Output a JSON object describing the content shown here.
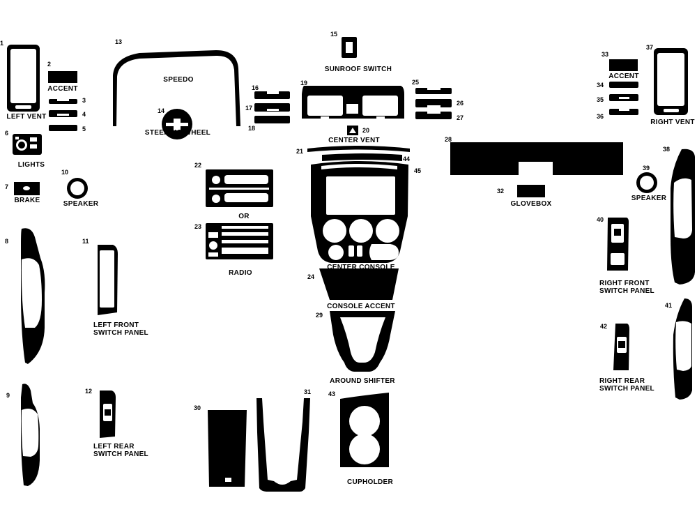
{
  "colors": {
    "piece": "#000000",
    "background": "#ffffff",
    "cutout": "#ffffff"
  },
  "labels": {
    "left_vent": "LEFT VENT",
    "accent_left": "ACCENT",
    "lights": "LIGHTS",
    "brake": "BRAKE",
    "speaker_left": "SPEAKER",
    "speedo": "SPEEDO",
    "steering_wheel": "STEERING WHEEL",
    "sunroof_switch": "SUNROOF SWITCH",
    "center_vent": "CENTER VENT",
    "or": "OR",
    "radio": "RADIO",
    "center_console": "CENTER CONSOLE",
    "console_accent": "CONSOLE ACCENT",
    "around_shifter": "AROUND SHIFTER",
    "cupholder": "CUPHOLDER",
    "left_front_switch_panel": "LEFT FRONT\nSWITCH PANEL",
    "left_rear_switch_panel": "LEFT REAR\nSWITCH PANEL",
    "glovebox": "GLOVEBOX",
    "accent_right": "ACCENT",
    "right_vent": "RIGHT VENT",
    "speaker_right": "SPEAKER",
    "right_front_switch_panel": "RIGHT FRONT\nSWITCH PANEL",
    "right_rear_switch_panel": "RIGHT REAR\nSWITCH PANEL"
  },
  "part_numbers": {
    "p1": "1",
    "p2": "2",
    "p3": "3",
    "p4": "4",
    "p5": "5",
    "p6": "6",
    "p7": "7",
    "p8": "8",
    "p9": "9",
    "p10": "10",
    "p11": "11",
    "p12": "12",
    "p13": "13",
    "p14": "14",
    "p15": "15",
    "p16": "16",
    "p17": "17",
    "p18": "18",
    "p19": "19",
    "p20": "20",
    "p21": "21",
    "p22": "22",
    "p23": "23",
    "p24": "24",
    "p25": "25",
    "p26": "26",
    "p27": "27",
    "p28": "28",
    "p29": "29",
    "p30": "30",
    "p31": "31",
    "p32": "32",
    "p33": "33",
    "p34": "34",
    "p35": "35",
    "p36": "36",
    "p37": "37",
    "p38": "38",
    "p39": "39",
    "p40": "40",
    "p41": "41",
    "p42": "42",
    "p43": "43",
    "p44": "44",
    "p45": "45"
  }
}
